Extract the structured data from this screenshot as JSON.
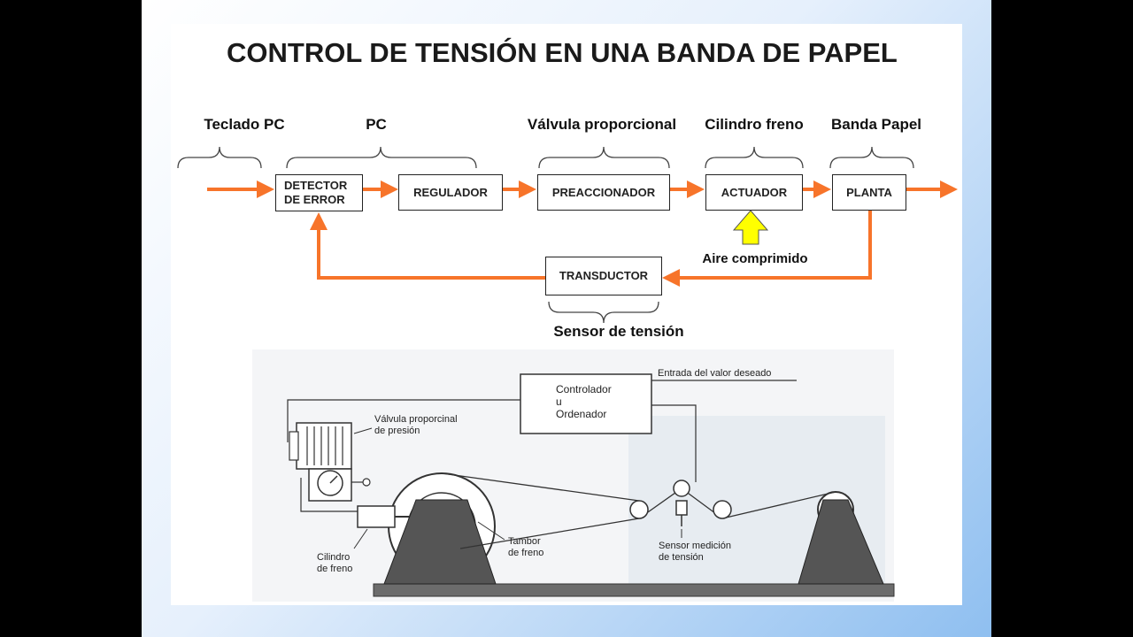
{
  "title": "CONTROL DE TENSIÓN EN UNA BANDA DE PAPEL",
  "stage_labels": {
    "teclado": "Teclado PC",
    "pc": "PC",
    "valvula": "Válvula proporcional",
    "cilindro": "Cilindro freno",
    "banda": "Banda Papel",
    "aire": "Aire comprimido",
    "sensor": "Sensor de tensión"
  },
  "blocks": {
    "detector": "DETECTOR\nDE ERROR",
    "regulador": "REGULADOR",
    "preaccionador": "PREACCIONADOR",
    "actuador": "ACTUADOR",
    "planta": "PLANTA",
    "transductor": "TRANSDUCTOR"
  },
  "colors": {
    "signal_arrow": "#f7742a",
    "air_arrow": "#ffff00"
  },
  "machine_labels": {
    "entrada": "Entrada del valor deseado",
    "controlador": "Controlador\nu\nOrdenador",
    "valvula": "Válvula proporcinal\nde presión",
    "cilindro": "Cilindro\nde freno",
    "tambor": "Tambor\nde freno",
    "sensor": "Sensor medición\nde tensión"
  }
}
